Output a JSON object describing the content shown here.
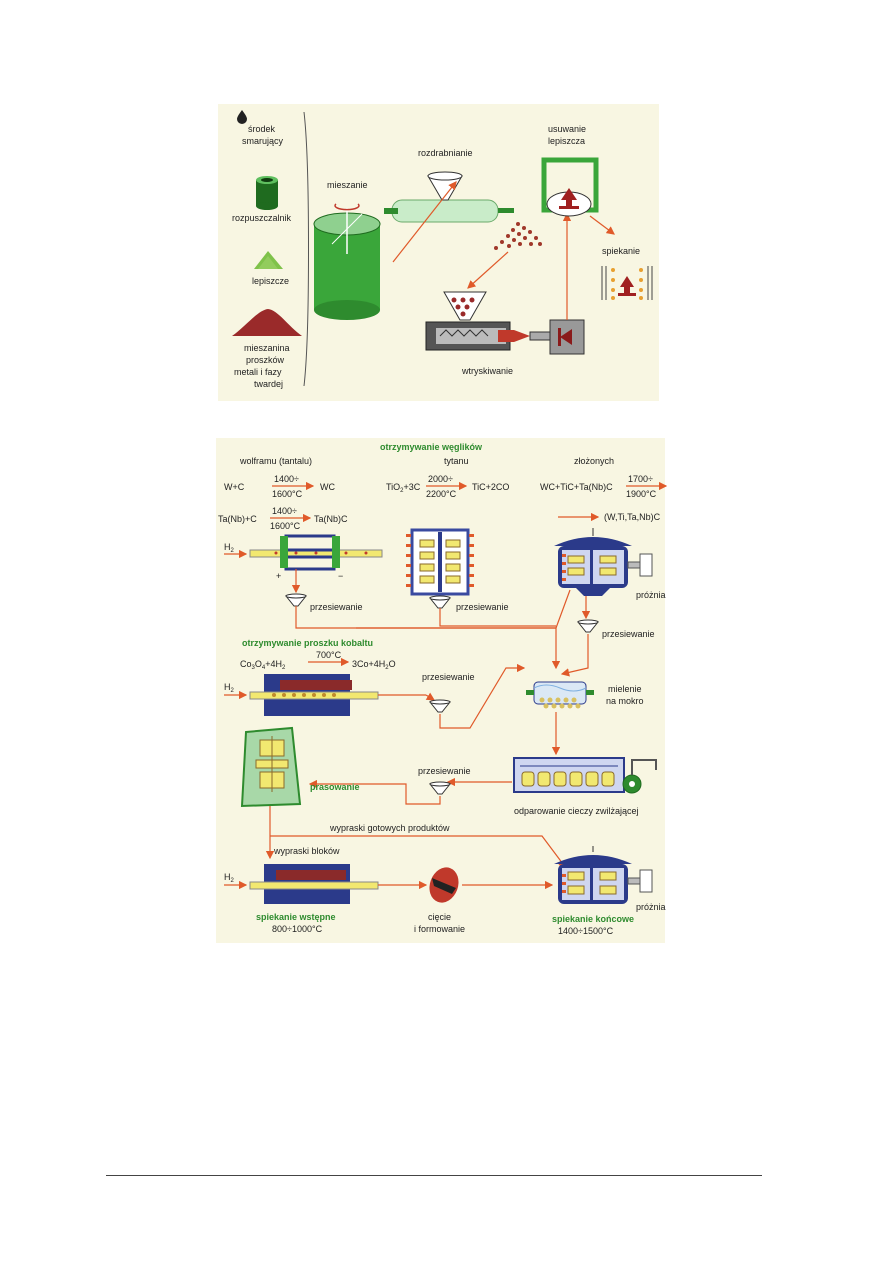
{
  "top": {
    "legend": {
      "lubricant": "środek smarujący",
      "lubricant_l1": "środek",
      "lubricant_l2": "smarujący",
      "solvent": "rozpuszczalnik",
      "binder": "lepiszcze",
      "powder_l1": "mieszanina",
      "powder_l2": "proszków",
      "powder_l3": "metali i fazy",
      "powder_l4": "twardej"
    },
    "steps": {
      "mixing": "mieszanie",
      "grinding": "rozdrabnianie",
      "binder_removal_l1": "usuwanie",
      "binder_removal_l2": "lepiszcza",
      "sintering": "spiekanie",
      "injection": "wtryskiwanie"
    }
  },
  "bottom": {
    "title_carbides": "otrzymywanie węglików",
    "col_tungsten": "wolframu (tantalu)",
    "col_titanium": "tytanu",
    "col_complex": "złożonych",
    "r_wc_left": "W+C",
    "r_wc_top": "1400÷",
    "r_wc_bottom": "1600°C",
    "r_wc_right": "WC",
    "r_tic_left": "TiO",
    "r_tic_left_sub": "2",
    "r_tic_left2": "+3C",
    "r_tic_top": "2000÷",
    "r_tic_bottom": "2200°C",
    "r_tic_right": "TiC+2CO",
    "r_complex_left": "WC+TiC+Ta(Nb)C",
    "r_complex_top": "1700÷",
    "r_complex_bottom": "1900°C",
    "r_tanb_left": "Ta(Nb)+C",
    "r_tanb_top": "1400÷",
    "r_tanb_bottom": "1600°C",
    "r_tanb_right": "Ta(Nb)C",
    "r_complex_product": "(W,Ti,Ta,Nb)C",
    "h2": "H",
    "h2_sub": "2",
    "plus": "+",
    "minus": "−",
    "sieving": "przesiewanie",
    "vacuum": "próżnia",
    "title_cobalt": "otrzymywanie proszku kobaltu",
    "r_co_top": "700°C",
    "r_co_left1": "Co",
    "r_co_left1_sub": "3",
    "r_co_left2": "O",
    "r_co_left2_sub": "4",
    "r_co_left3": "+4H",
    "r_co_left3_sub": "2",
    "r_co_right1": "3Co+4H",
    "r_co_right1_sub": "2",
    "r_co_right2": "O",
    "wet_milling_l1": "mielenie",
    "wet_milling_l2": "na mokro",
    "evaporation": "odparowanie cieczy zwilżającej",
    "pressing": "prasowanie",
    "finished_compacts": "wypraski gotowych produktów",
    "block_compacts": "wypraski bloków",
    "presintering": "spiekanie wstępne",
    "presintering_temp": "800÷1000°C",
    "cutting_l1": "cięcie",
    "cutting_l2": "i formowanie",
    "final_sintering": "spiekanie końcowe",
    "final_sintering_temp": "1400÷1500°C"
  },
  "colors": {
    "panel_bg": "#f8f6e2",
    "arrow": "#e05a2a",
    "green_label": "#2e8b2e",
    "furnace_blue": "#2b3a8a",
    "drum_green": "#3aa63a",
    "powder_brown": "#8a2a2a",
    "yellow": "#f2e870"
  }
}
